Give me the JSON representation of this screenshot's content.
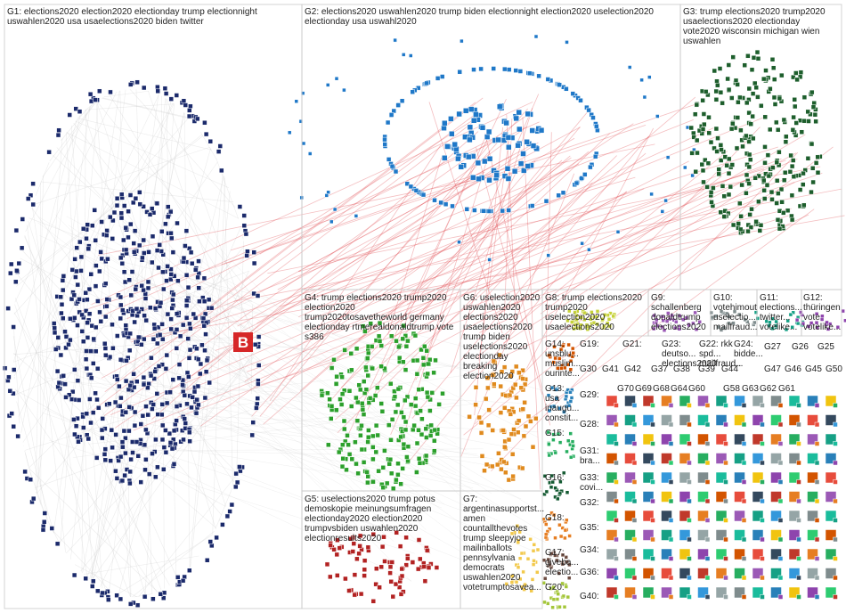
{
  "groups": [
    {
      "id": "G1",
      "label_lines": [
        "G1: elections2020 election2020 electionday trump electionnight",
        "uswahlen2020 usa usaelections2020 biden twitter"
      ],
      "color": "#1b2a6b"
    },
    {
      "id": "G2",
      "label_lines": [
        "G2: elections2020 uswahlen2020 trump biden electionnight election2020 uselection2020",
        "electionday usa uswahl2020"
      ],
      "color": "#1f78c8"
    },
    {
      "id": "G3",
      "label_lines": [
        "G3: trump elections2020 trump2020",
        "usaelections2020 electionday",
        "vote2020 wisconsin michigan wien",
        "uswahlen"
      ],
      "color": "#1d5e2c"
    },
    {
      "id": "G4",
      "label_lines": [
        "G4: trump elections2020 trump2020",
        "election2020",
        "trump2020tosavetheworld germany",
        "electionday rtmerealdonaldtrump vote",
        "s386"
      ],
      "color": "#2ca02c"
    },
    {
      "id": "G5",
      "label_lines": [
        "G5: uselections2020 trump potus",
        "demoskopie meinungsumfragen",
        "electionday2020 election2020",
        "trumpvsbiden uswahlen2020",
        "electionresults2020"
      ],
      "color": "#b22222"
    },
    {
      "id": "G6",
      "label_lines": [
        "G6: uselection2020",
        "uswahlen2020",
        "elections2020",
        "usaelections2020",
        "trump biden",
        "uselections2020",
        "electionday",
        "breaking",
        "election2020"
      ],
      "color": "#e08a1e"
    },
    {
      "id": "G7",
      "label_lines": [
        "G7:",
        "argentinasupportst...",
        "amen",
        "countallthevotes",
        "trump sleepyjoe",
        "mailinballots",
        "pennsylvania",
        "democrats",
        "uswahlen2020",
        "votetrumptosavea..."
      ],
      "color": "#f2c94c"
    },
    {
      "id": "G8",
      "label_lines": [
        "G8: trump elections2020",
        "trump2020",
        "uselection2020",
        "usaelections2020"
      ],
      "color": "#c6d23a"
    },
    {
      "id": "G9",
      "label_lines": [
        "G9:",
        "schallenberg",
        "donaldtrump",
        "elections2020"
      ],
      "color": "#9b59b6"
    },
    {
      "id": "G10",
      "label_lines": [
        "G10:",
        "votehimout",
        "uselectio...",
        "mailfraud..."
      ],
      "color": "#7f8c8d"
    },
    {
      "id": "G11",
      "label_lines": [
        "G11:",
        "elections...",
        "twitter...",
        "votelike..."
      ],
      "color": "#16a085"
    },
    {
      "id": "G12",
      "label_lines": [
        "G12:",
        "thüringen",
        "vote",
        "votelike..."
      ],
      "color": "#8e44ad"
    },
    {
      "id": "G14",
      "label_lines": [
        "G14:",
        "unsblu...",
        "muslim...",
        "ourinte..."
      ],
      "color": "#d35400"
    },
    {
      "id": "G13",
      "label_lines": [
        "G13:",
        "usa",
        "inaugu...",
        "constit..."
      ],
      "color": "#2980b9"
    },
    {
      "id": "G15",
      "label_lines": [
        "G15:"
      ],
      "color": "#27ae60"
    },
    {
      "id": "G16",
      "label_lines": [
        "G16:"
      ],
      "color": "#145a32"
    },
    {
      "id": "G17",
      "label_lines": [
        "G17:",
        "giveba...",
        "electio...",
        "..."
      ],
      "color": "#6d4c41"
    },
    {
      "id": "G18",
      "label_lines": [
        "G18:"
      ],
      "color": "#e67e22"
    },
    {
      "id": "G19",
      "label_lines": [
        "G19:"
      ],
      "color": "#f1c40f"
    },
    {
      "id": "G20",
      "label_lines": [
        "G20:"
      ],
      "color": "#a4c639"
    },
    {
      "id": "G21",
      "label_lines": [
        "G21:"
      ],
      "color": "#c0392b"
    },
    {
      "id": "G22",
      "label_lines": [
        "G22: rkk",
        "spd...",
        "mailfraud..."
      ],
      "color": "#555555"
    },
    {
      "id": "G23",
      "label_lines": [
        "G23:",
        "deutso...",
        "elections2020"
      ],
      "color": "#9b59b6"
    },
    {
      "id": "G24",
      "label_lines": [
        "G24:",
        "bidde...",
        "..."
      ],
      "color": "#34495e"
    },
    {
      "id": "G28",
      "label_lines": [
        "G28:"
      ],
      "color": "#2c3e50"
    },
    {
      "id": "G29",
      "label_lines": [
        "G29:"
      ],
      "color": "#c0392b"
    },
    {
      "id": "G31",
      "label_lines": [
        "G31:",
        "bra..."
      ],
      "color": "#7d3c98"
    },
    {
      "id": "G32",
      "label_lines": [
        "G32:"
      ],
      "color": "#1abc9c"
    },
    {
      "id": "G33",
      "label_lines": [
        "G33:",
        "covi..."
      ],
      "color": "#28b463"
    },
    {
      "id": "G34",
      "label_lines": [
        "G34:"
      ],
      "color": "#5d6d7e"
    },
    {
      "id": "G35",
      "label_lines": [
        "G35:"
      ],
      "color": "#3498db"
    },
    {
      "id": "G36",
      "label_lines": [
        "G36:"
      ],
      "color": "#2e86c1"
    },
    {
      "id": "G40",
      "label_lines": [
        "G40:"
      ],
      "color": "#229954"
    }
  ],
  "small_group_labels": [
    "G30",
    "G41",
    "G42",
    "G37",
    "G38",
    "G39",
    "G44",
    "G47",
    "G46",
    "G45",
    "G50",
    "G27",
    "G26",
    "G25",
    "G70",
    "G69",
    "G68",
    "G64",
    "G60",
    "G58",
    "G63",
    "G62",
    "G61"
  ],
  "hub_badge": {
    "letter": "B",
    "color": "#d62728"
  },
  "edge_colors": {
    "within": "#c8c8c8",
    "between": "#e0464a"
  }
}
